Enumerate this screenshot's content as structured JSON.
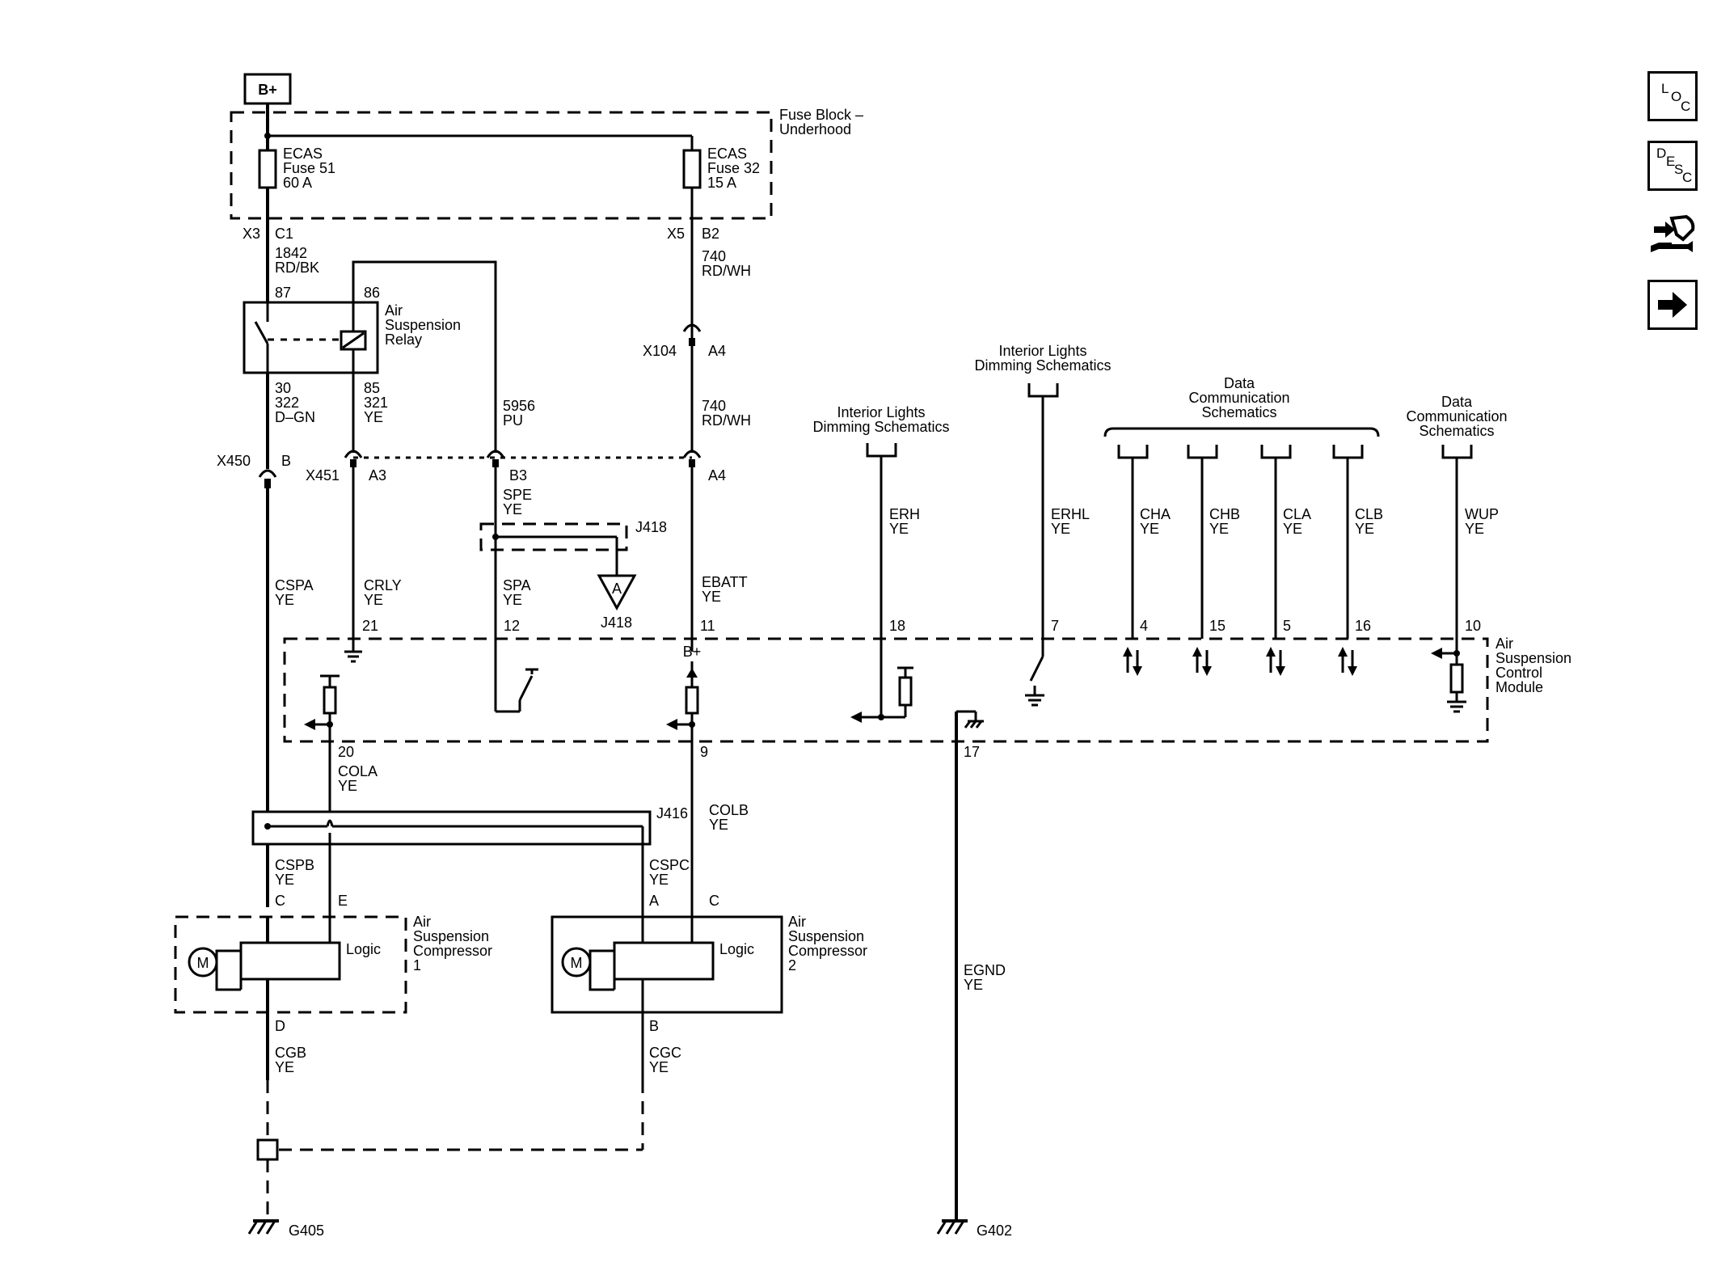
{
  "power": {
    "bplus": "B+"
  },
  "fuse_block": {
    "label": [
      "Fuse Block –",
      "Underhood"
    ]
  },
  "fuse51": {
    "label": [
      "ECAS",
      "Fuse 51",
      "60 A"
    ]
  },
  "fuse32": {
    "label": [
      "ECAS",
      "Fuse 32",
      "15 A"
    ]
  },
  "connectors": {
    "x3": "X3",
    "c1": "C1",
    "x5": "X5",
    "b2": "B2",
    "x104": "X104",
    "a4": "A4",
    "x450": "X450",
    "b": "B",
    "x451": "X451",
    "a3": "A3",
    "b3": "B3",
    "j418": "J418",
    "j416": "J416",
    "offpage_a": "A"
  },
  "relay": {
    "label": [
      "Air",
      "Suspension",
      "Relay"
    ],
    "pins": {
      "p87": "87",
      "p86": "86",
      "p30": "30",
      "p85": "85"
    }
  },
  "wires": {
    "w1842": [
      "1842",
      "RD/BK"
    ],
    "w740a": [
      "740",
      "RD/WH"
    ],
    "w740b": [
      "740",
      "RD/WH"
    ],
    "w322": [
      "322",
      "D–GN"
    ],
    "w321": [
      "321",
      "YE"
    ],
    "w5956": [
      "5956",
      "PU"
    ],
    "spe": [
      "SPE",
      "YE"
    ],
    "cspa": [
      "CSPA",
      "YE"
    ],
    "crly": [
      "CRLY",
      "YE"
    ],
    "spa": [
      "SPA",
      "YE"
    ],
    "ebatt": [
      "EBATT",
      "YE"
    ],
    "erh": [
      "ERH",
      "YE"
    ],
    "erhl": [
      "ERHL",
      "YE"
    ],
    "cha": [
      "CHA",
      "YE"
    ],
    "chb": [
      "CHB",
      "YE"
    ],
    "cla": [
      "CLA",
      "YE"
    ],
    "clb": [
      "CLB",
      "YE"
    ],
    "wup": [
      "WUP",
      "YE"
    ],
    "cola": [
      "COLA",
      "YE"
    ],
    "colb": [
      "COLB",
      "YE"
    ],
    "cspb": [
      "CSPB",
      "YE"
    ],
    "cspc": [
      "CSPC",
      "YE"
    ],
    "cgb": [
      "CGB",
      "YE"
    ],
    "cgc": [
      "CGC",
      "YE"
    ],
    "egnd": [
      "EGND",
      "YE"
    ]
  },
  "refs": {
    "ild1": [
      "Interior Lights",
      "Dimming Schematics"
    ],
    "ild2": [
      "Interior Lights",
      "Dimming Schematics"
    ],
    "dcs1": [
      "Data",
      "Communication",
      "Schematics"
    ],
    "dcs2": [
      "Data",
      "Communication",
      "Schematics"
    ]
  },
  "module": {
    "label": [
      "Air",
      "Suspension",
      "Control",
      "Module"
    ],
    "pins": {
      "p21": "21",
      "p12": "12",
      "p11": "11",
      "p18": "18",
      "p7": "7",
      "p4": "4",
      "p15": "15",
      "p5": "5",
      "p16": "16",
      "p10": "10",
      "p20": "20",
      "p9": "9",
      "p17": "17"
    },
    "bplus": "B+"
  },
  "compressor1": {
    "label": [
      "Air",
      "Suspension",
      "Compressor",
      "1"
    ],
    "logic": "Logic",
    "motor": "M",
    "pins": {
      "c": "C",
      "e": "E",
      "d": "D"
    }
  },
  "compressor2": {
    "label": [
      "Air",
      "Suspension",
      "Compressor",
      "2"
    ],
    "logic": "Logic",
    "motor": "M",
    "pins": {
      "a": "A",
      "c": "C",
      "b": "B"
    }
  },
  "grounds": {
    "g405": "G405",
    "g402": "G402"
  },
  "nav": {
    "loc": [
      "L",
      "O",
      "C"
    ],
    "desc": [
      "D",
      "E",
      "S",
      "C"
    ],
    "buttons": [
      "loc-button",
      "desc-button",
      "connector-repair-button",
      "next-page-button"
    ]
  }
}
